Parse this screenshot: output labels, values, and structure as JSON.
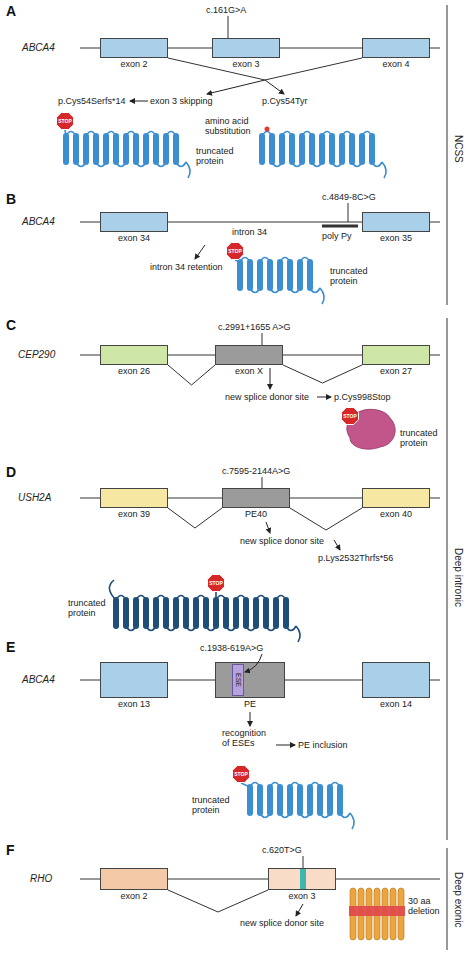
{
  "diagram": {
    "nodes": [
      {
        "text": [
          "exon 2"
        ]
      },
      {
        "text": [
          "exon 3"
        ]
      },
      {
        "text": [
          "exon 4"
        ]
      },
      {
        "text": [
          "STOP"
        ]
      },
      {
        "text": [
          "exon 34"
        ]
      },
      {
        "text": [
          "exon 35"
        ]
      },
      {
        "text": [
          "STOP"
        ]
      },
      {
        "text": [
          "exon 26"
        ]
      },
      {
        "text": [
          "exon X"
        ]
      },
      {
        "text": [
          "exon 27"
        ]
      },
      {
        "text": [
          "STOP"
        ]
      },
      {
        "text": [
          "exon 39"
        ]
      },
      {
        "text": [
          "PE40"
        ]
      },
      {
        "text": [
          "exon 40"
        ]
      },
      {
        "text": [
          "STOP"
        ]
      },
      {
        "text": [
          "exon 13"
        ]
      },
      {
        "text": [
          "PE"
        ]
      },
      {
        "text": [
          "ESE"
        ],
        "in": 16
      },
      {
        "text": [
          "exon 14"
        ]
      },
      {
        "text": [
          "STOP"
        ]
      },
      {
        "text": [
          "exon 2"
        ]
      },
      {
        "text": [
          "exon 3"
        ]
      }
    ],
    "edges": [
      {
        "from": 0,
        "to": 2,
        "arrow": "none"
      },
      {
        "from": 7,
        "to": 8,
        "arrow": "none"
      },
      {
        "from": 8,
        "to": 9,
        "arrow": "none"
      },
      {
        "from": 11,
        "to": 12,
        "arrow": "none"
      },
      {
        "from": 12,
        "to": 13,
        "arrow": "none"
      },
      {
        "from": 20,
        "to": 21,
        "arrow": "none"
      }
    ],
    "labels": [
      "A",
      "c.161G>A",
      "ABCA4",
      "exon 3 skipping",
      "p.Cys54Serfs*14",
      "p.Cys54Tyr",
      "amino acid substitution",
      "truncated protein",
      "NCSS",
      "B",
      "c.4849-8C>G",
      "ABCA4",
      "intron 34",
      "poly Py",
      "intron 34 retention",
      "truncated protein",
      "C",
      "CEP290",
      "c.2991+1655 A>G",
      "new splice donor site",
      "p.Cys998Stop",
      "truncated protein",
      "Deep intronic",
      "D",
      "USH2A",
      "c.7595-2144A>G",
      "new splice donor site",
      "p.Lys2532Thrfs*56",
      "truncated protein",
      "E",
      "ABCA4",
      "c.1938-619A>G",
      "recognition of ESEs",
      "PE inclusion",
      "truncated protein",
      "F",
      "RHO",
      "c.620T>G",
      "new splice donor site",
      "30 aa deletion",
      "Deep exonic"
    ]
  }
}
